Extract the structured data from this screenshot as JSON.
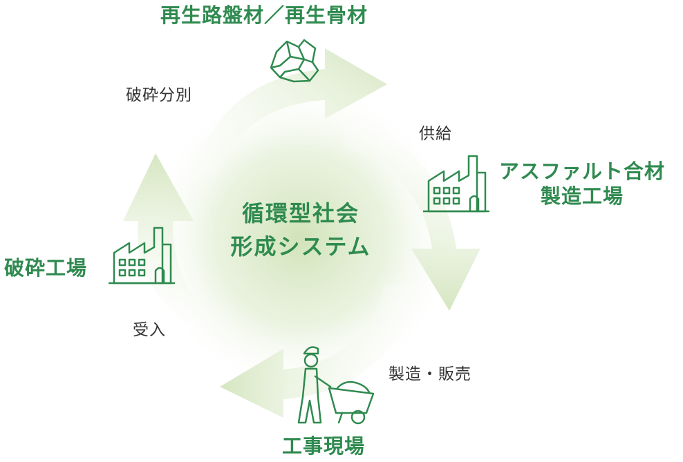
{
  "center": {
    "line1": "循環型社会",
    "line2": "形成システム"
  },
  "nodes": {
    "recycled_material": {
      "label": "再生路盤材／再生骨材",
      "icon": "rocks-icon"
    },
    "asphalt_plant": {
      "line1": "アスファルト合材",
      "line2": "製造工場",
      "icon": "factory-icon"
    },
    "construction_site": {
      "label": "工事現場",
      "icon": "worker-wheelbarrow-icon"
    },
    "crushing_plant": {
      "label": "破砕工場",
      "icon": "factory-icon"
    }
  },
  "steps": {
    "crush_sort": "破砕分別",
    "supply": "供給",
    "manufacture_sell": "製造・販売",
    "accept": "受入"
  },
  "colors": {
    "accent": "#2f8a4f",
    "arrow": "#d8e8c4",
    "text": "#333333"
  }
}
